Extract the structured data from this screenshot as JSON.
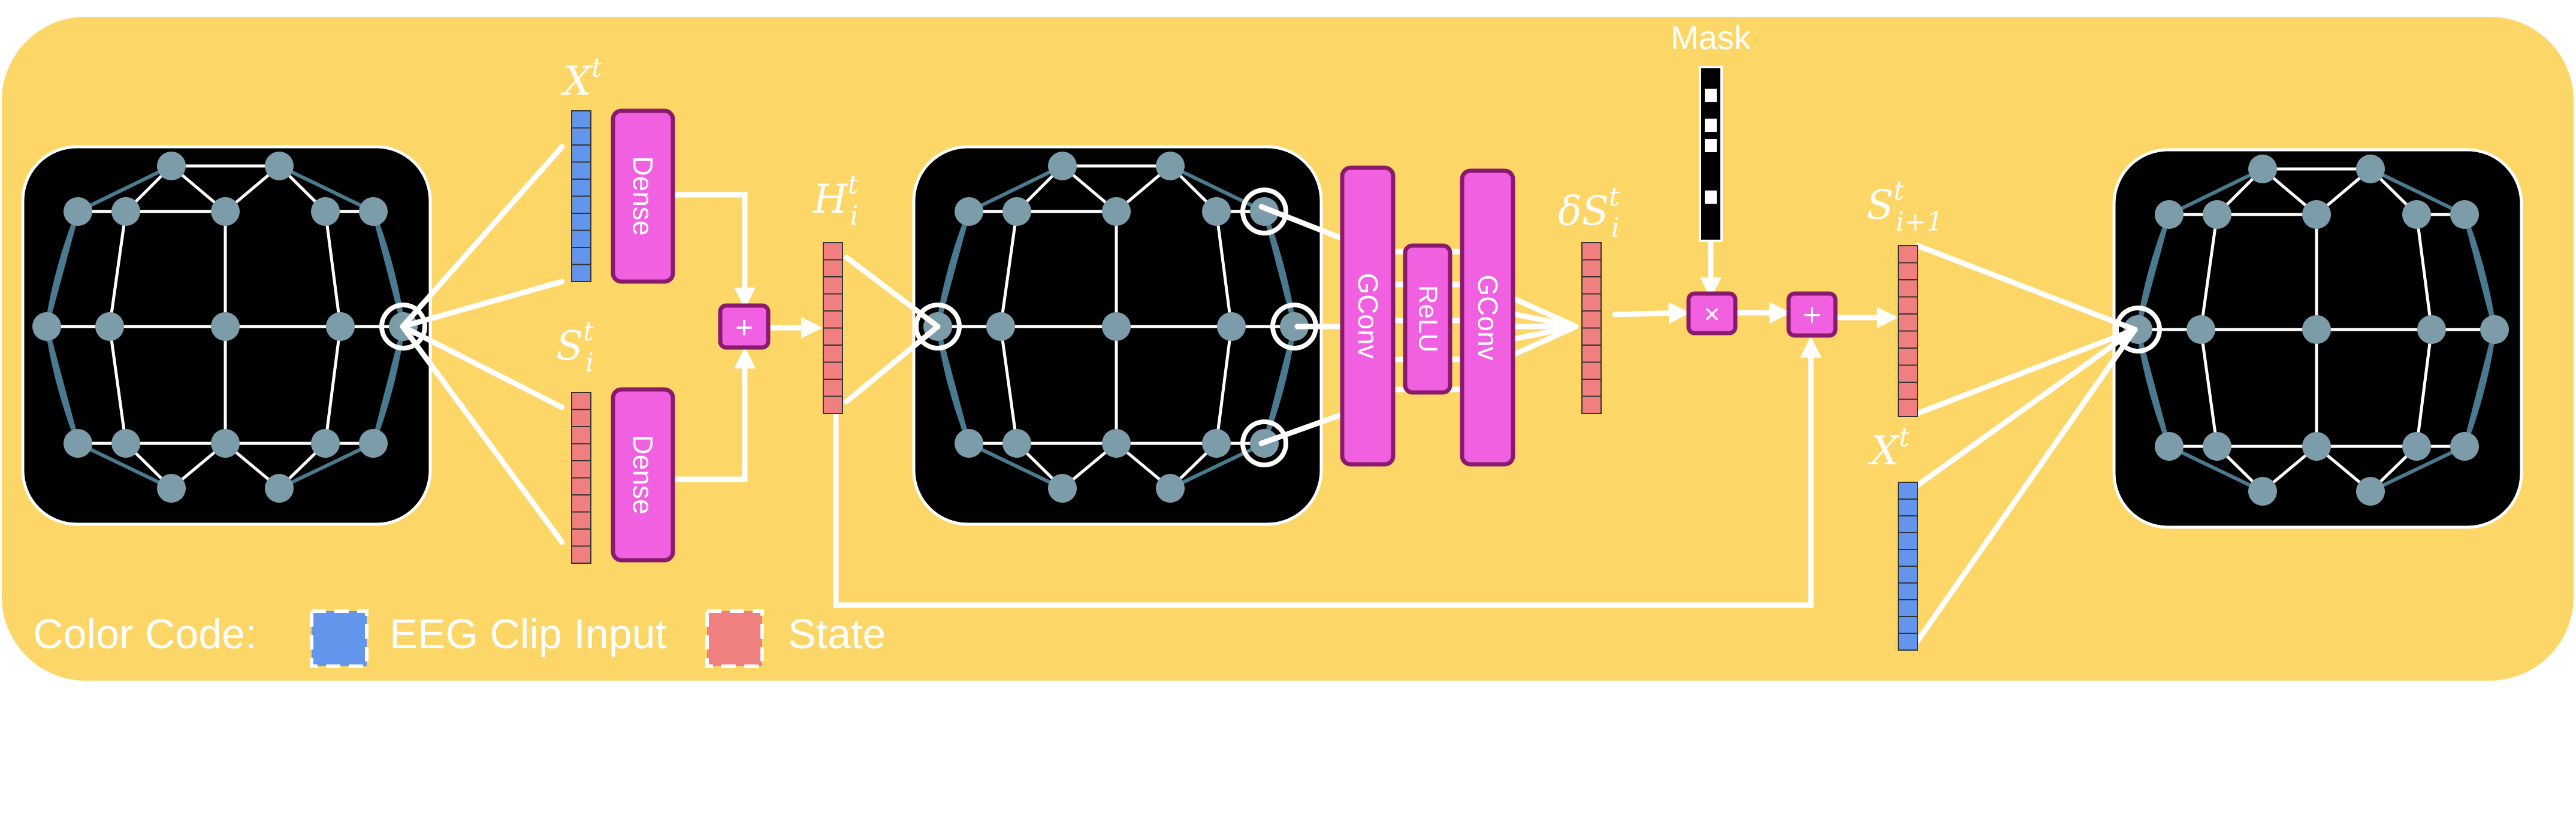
{
  "labels": {
    "x_input_1": "X",
    "x_input_1_sup": "t",
    "state_input": "S",
    "state_input_sub": "i",
    "state_input_sup": "t",
    "hidden": "H",
    "hidden_sub": "i",
    "hidden_sup": "t",
    "delta_state": "δS",
    "delta_state_sub": "i",
    "delta_state_sup": "t",
    "mask": "Mask",
    "state_next": "S",
    "state_next_sub": "i+1",
    "state_next_sup": "t",
    "x_input_2": "X",
    "x_input_2_sup": "t"
  },
  "blocks": {
    "dense_top": "Dense",
    "dense_bottom": "Dense",
    "gconv_1": "GConv",
    "relu": "ReLU",
    "gconv_2": "GConv",
    "add_1": "+",
    "multiply": "×",
    "add_2": "+"
  },
  "legend": {
    "title": "Color Code:",
    "items": [
      {
        "label": "EEG Clip Input",
        "color": "#6495ED"
      },
      {
        "label": "State",
        "color": "#F08080"
      }
    ]
  },
  "colors": {
    "panel": "#FCD667",
    "block_fill": "#F060E0",
    "block_stroke": "#8A1A6C",
    "input_vector": "#6495ED",
    "state_vector": "#F08080",
    "graph_bg": "#000000",
    "graph_node": "#7B9CA8",
    "graph_edge_blue": "#4A7A90",
    "graph_edge_white": "#FFFFFF",
    "arrow": "#FFFFFF"
  }
}
